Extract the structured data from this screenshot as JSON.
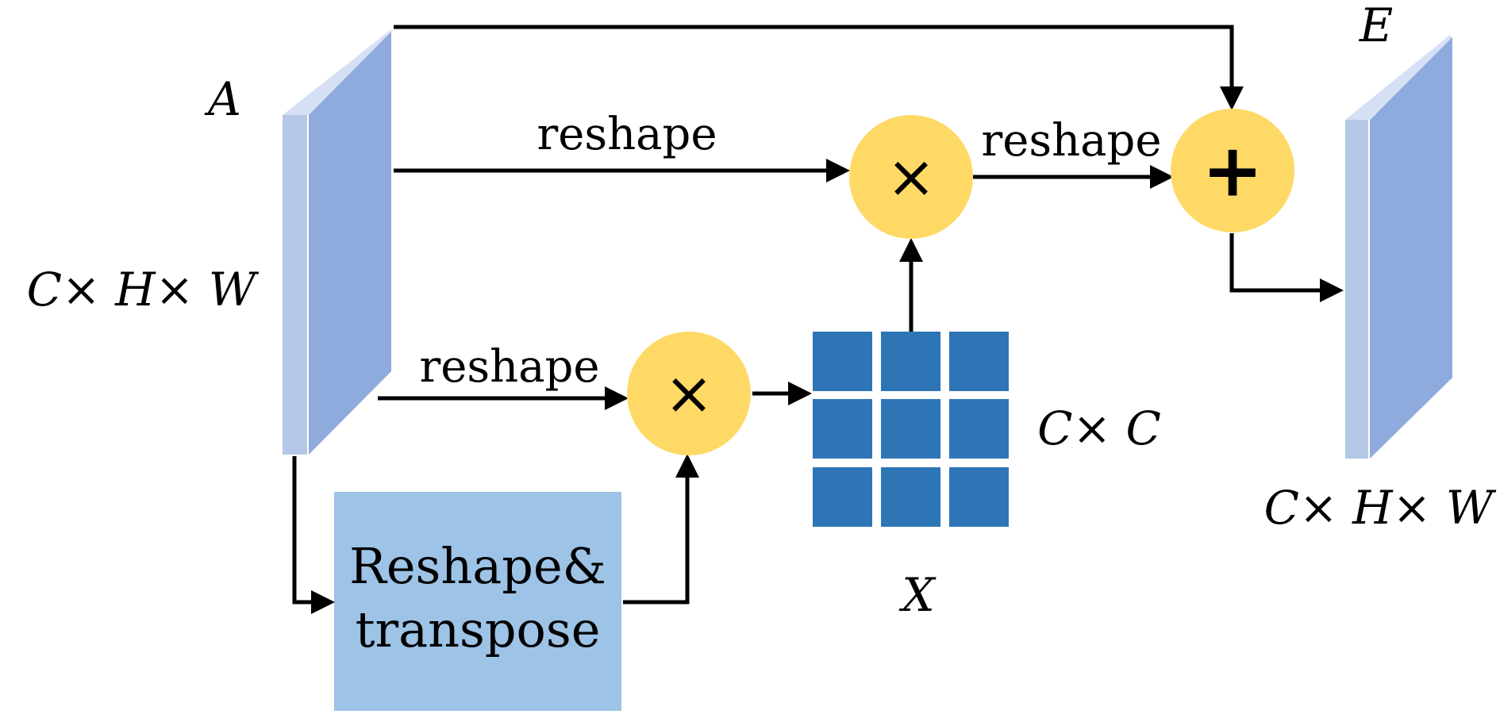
{
  "input_tensor": {
    "name": "A",
    "dims": "C× H× W"
  },
  "output_tensor": {
    "name": "E",
    "dims": "C× H× W"
  },
  "matrix": {
    "name": "X",
    "dims": "C× C"
  },
  "edge_labels": {
    "top": "reshape",
    "middle": "reshape",
    "bottom": "reshape"
  },
  "transpose_box": {
    "line1": "Reshape&",
    "line2": "transpose"
  },
  "operators": {
    "multiply": "×",
    "add": "+"
  },
  "colors": {
    "tensor_front": "#b4c7e7",
    "tensor_side": "#8faadc",
    "tensor_top": "#d6e0f4",
    "operator_fill": "#ffd966",
    "matrix_cell": "#2e75b6",
    "transpose_box": "#9dc3e6",
    "arrow": "#000000"
  }
}
